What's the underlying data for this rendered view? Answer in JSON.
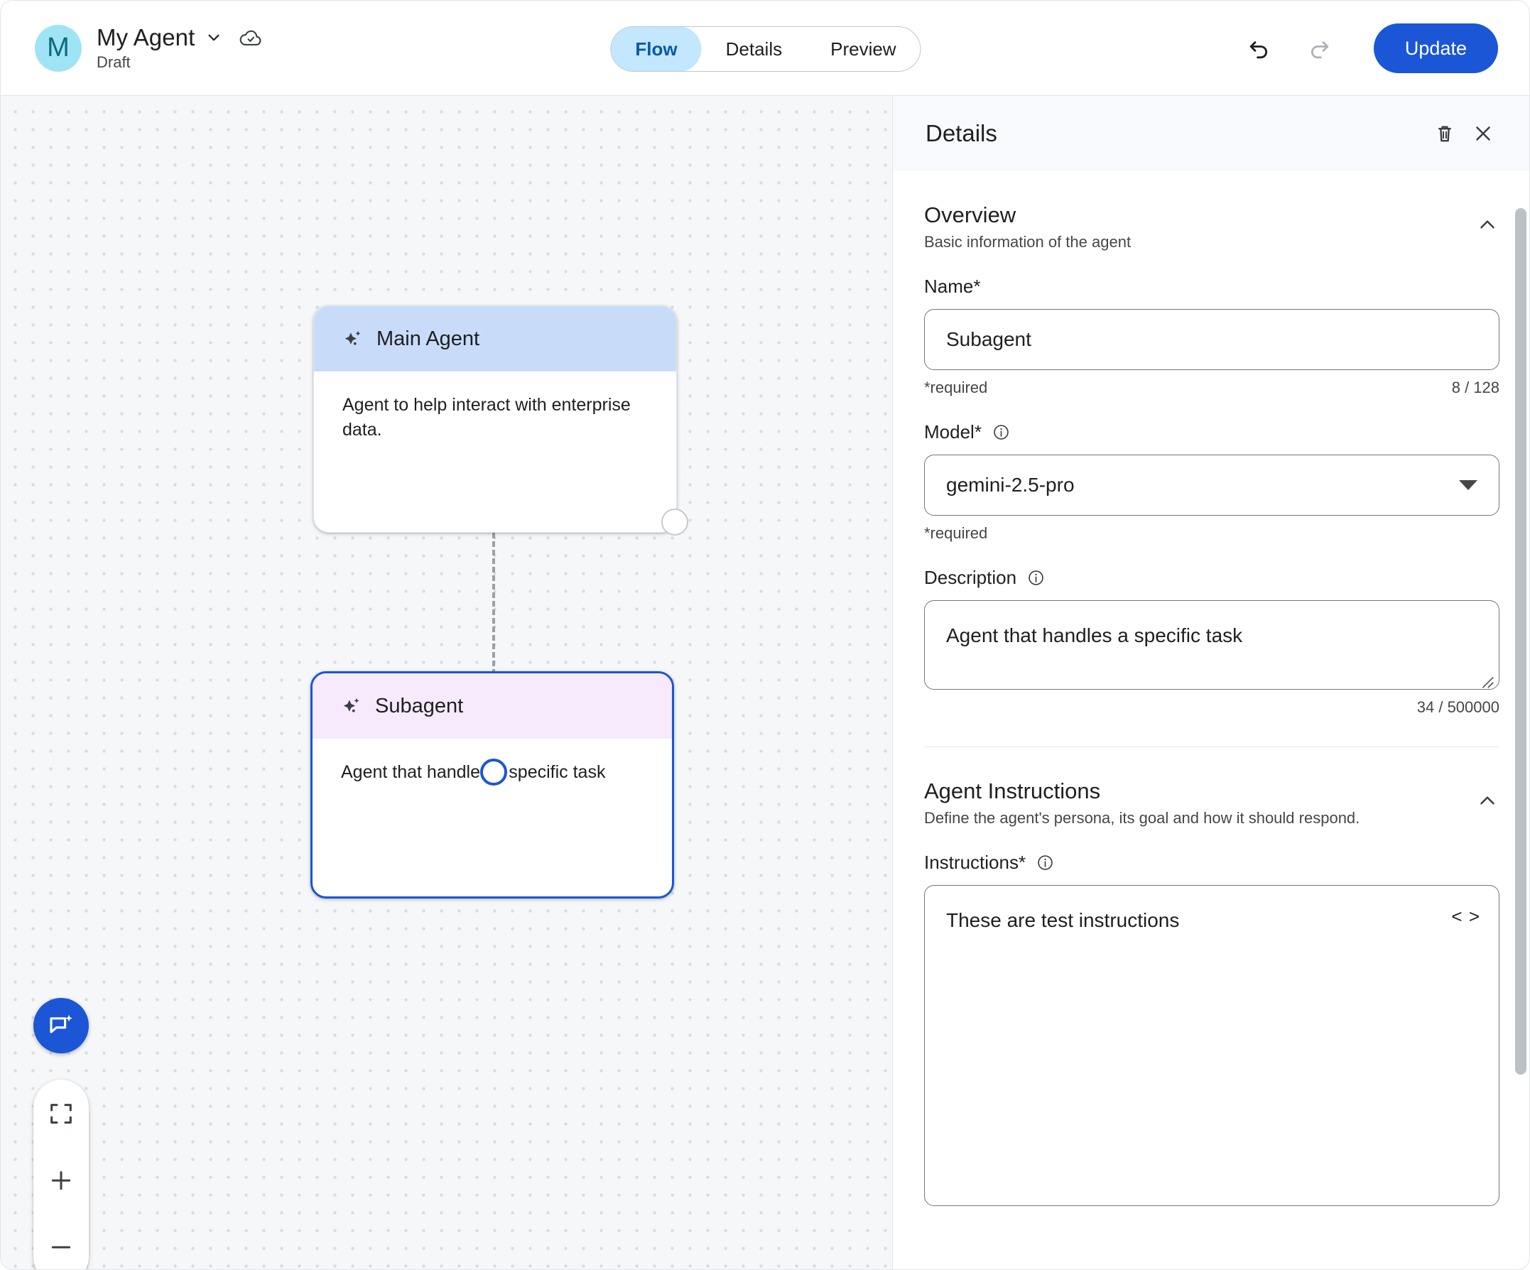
{
  "header": {
    "avatar_letter": "M",
    "title": "My Agent",
    "subtitle": "Draft",
    "chevron_icon": "chevron-down-icon",
    "status_icon": "cloud-check-icon",
    "tabs": [
      {
        "label": "Flow",
        "active": true
      },
      {
        "label": "Details",
        "active": false
      },
      {
        "label": "Preview",
        "active": false
      }
    ],
    "undo_icon": "undo-icon",
    "redo_icon": "redo-icon",
    "update_label": "Update"
  },
  "canvas": {
    "nodes": [
      {
        "id": "main-agent",
        "title": "Main Agent",
        "description": "Agent to help interact with enterprise data.",
        "header_color": "#c8dcfa",
        "selected": false,
        "icon": "sparkle-icon"
      },
      {
        "id": "subagent",
        "title": "Subagent",
        "description": "Agent that handles a specific task",
        "header_color": "#f6eafc",
        "selected": true,
        "icon": "sparkle-icon"
      }
    ],
    "edge_style": "dashed",
    "controls": {
      "assistant_icon": "chat-sparkle-icon",
      "fit_icon": "fit-to-screen-icon",
      "zoom_in_icon": "zoom-in-icon",
      "zoom_out_icon": "zoom-out-icon"
    }
  },
  "panel": {
    "title": "Details",
    "delete_icon": "trash-icon",
    "close_icon": "close-icon",
    "sections": [
      {
        "title": "Overview",
        "subtitle": "Basic information of the agent",
        "collapse_icon": "chevron-up-icon"
      },
      {
        "title": "Agent Instructions",
        "subtitle": "Define the agent's persona, its goal and how it should respond.",
        "collapse_icon": "chevron-up-icon"
      }
    ],
    "fields": {
      "name": {
        "label": "Name*",
        "value": "Subagent",
        "required_text": "*required",
        "counter": "8 / 128"
      },
      "model": {
        "label": "Model*",
        "value": "gemini-2.5-pro",
        "required_text": "*required",
        "info_icon": "info-icon",
        "dropdown_icon": "caret-down-icon"
      },
      "description": {
        "label": "Description",
        "value": "Agent that handles a specific task",
        "counter": "34 / 500000",
        "info_icon": "info-icon"
      },
      "instructions": {
        "label": "Instructions*",
        "value": "These are test instructions",
        "info_icon": "info-icon",
        "code_toggle": "< >"
      }
    }
  },
  "colors": {
    "accent": "#1a56d6",
    "tab_active_bg": "#c2e7ff",
    "tab_active_text": "#0b57a4",
    "main_node_header": "#c8dcfa",
    "sub_node_header": "#f6eafc",
    "canvas_bg": "#f6f7f9",
    "dot_grid": "#dadce0",
    "avatar_bg": "#9fe4f5"
  }
}
